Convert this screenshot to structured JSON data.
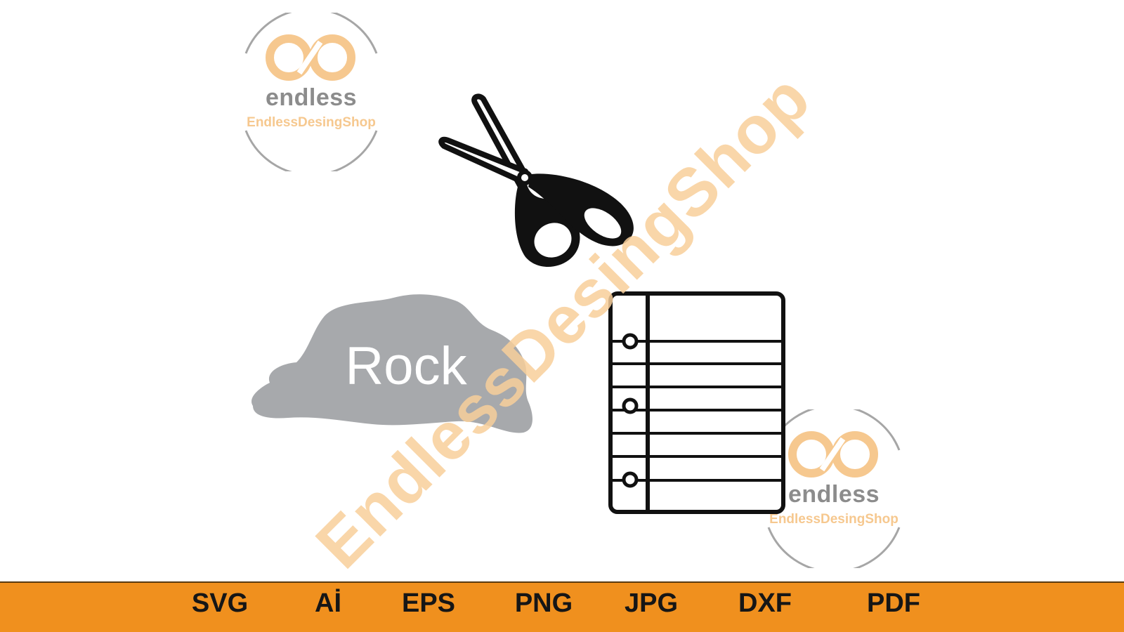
{
  "logo": {
    "word": "endless",
    "shop": "EndlessDesingShop"
  },
  "watermark": "EndlessDesingShop",
  "rock": {
    "label": "Rock"
  },
  "formats": [
    "SVG",
    "Aİ",
    "EPS",
    "PNG",
    "JPG",
    "DXF",
    "PDF"
  ],
  "colors": {
    "bar": "#f0901e",
    "logo_orange": "#f6c88f",
    "rock": "#a7a9ac"
  },
  "icons": [
    "scissors-icon",
    "notebook-paper-icon",
    "rock-shape"
  ]
}
